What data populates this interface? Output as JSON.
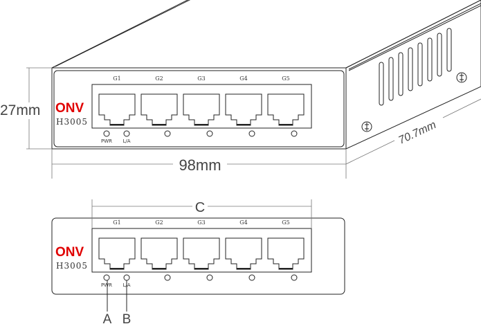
{
  "device": {
    "brand": "ONV",
    "model": "H3005",
    "port_labels": [
      "G1",
      "G2",
      "G3",
      "G4",
      "G5"
    ],
    "led_labels": [
      "PWR",
      "L/A"
    ]
  },
  "dimensions": {
    "height": "27mm",
    "width": "98mm",
    "depth": "70.7mm"
  },
  "callouts": {
    "c": "C",
    "a": "A",
    "b": "B"
  },
  "colors": {
    "brand": "#e00000",
    "line": "#222222"
  }
}
